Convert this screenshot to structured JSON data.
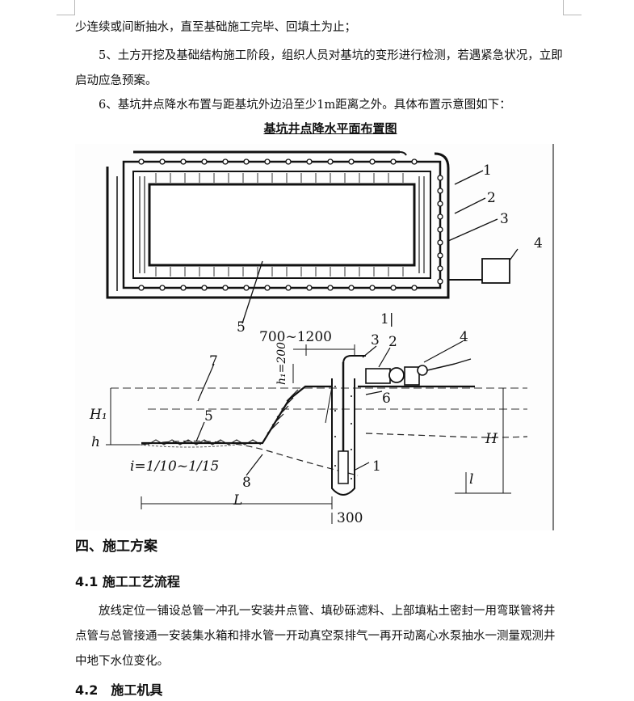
{
  "paragraphs": {
    "line1": "少连续或间断抽水，直至基础施工完毕、回填土为止；",
    "item5": "5、土方开挖及基础结构施工阶段，组织人员对基坑的变形进行检测，若遇紧急状况，立即启动应急预案。",
    "item6": "6、基坑井点降水布置与距基坑外边沿至少1m距离之外。具体布置示意图如下："
  },
  "figure": {
    "caption": "基坑井点降水平面布置图",
    "plan_labels": {
      "n1": "1",
      "n2": "2",
      "n3": "3",
      "n4": "4",
      "n5": "5",
      "section_mark": "1|"
    },
    "section_labels": {
      "width": "700~1200",
      "h1_eq": "h₁=200",
      "n3": "3",
      "n2": "2",
      "n4": "4",
      "n7": "7",
      "n5": "5",
      "n6": "6",
      "n1": "1",
      "n8": "8",
      "H1": "H₁",
      "h": "h",
      "H": "H",
      "slope": "i=1/10~1/15",
      "L": "L",
      "l": "l",
      "d300": "300"
    }
  },
  "section4": {
    "title": "四、施工方案",
    "s41_title": "4.1 施工工艺流程",
    "s41_body": "放线定位一铺设总管一冲孔一安装井点管、填砂砾滤料、上部填粘土密封一用弯联管将井点管与总管接通一安装集水箱和排水管一开动真空泵排气一再开动离心水泵抽水一测量观测井中地下水位变化。",
    "s42_title": "4.2　施工机具"
  }
}
